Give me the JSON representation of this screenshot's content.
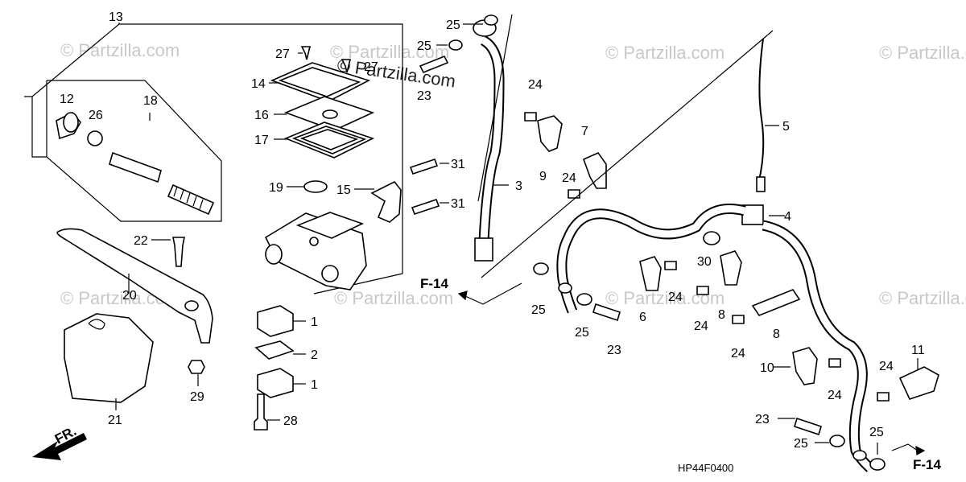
{
  "diagram": {
    "code": "HP44F0400",
    "watermarks": [
      "© Partzilla.com",
      "© Partzilla.com",
      "© Partzilla.com",
      "© Partzilla.com",
      "© Partzilla.com",
      "© Partzilla.com",
      "© Partzilla.com",
      "© Partzilla.com"
    ],
    "center_watermark": "© Partzilla.com",
    "refs": [
      "F-14",
      "F-14"
    ],
    "direction": "FR.",
    "callouts": [
      "13",
      "27",
      "27",
      "14",
      "16",
      "17",
      "19",
      "15",
      "12",
      "26",
      "18",
      "22",
      "20",
      "21",
      "29",
      "1",
      "2",
      "1",
      "28",
      "25",
      "25",
      "23",
      "31",
      "31",
      "3",
      "24",
      "9",
      "7",
      "24",
      "5",
      "4",
      "30",
      "6",
      "24",
      "8",
      "24",
      "8",
      "24",
      "25",
      "25",
      "23",
      "10",
      "24",
      "11",
      "24",
      "23",
      "25",
      "25"
    ]
  }
}
